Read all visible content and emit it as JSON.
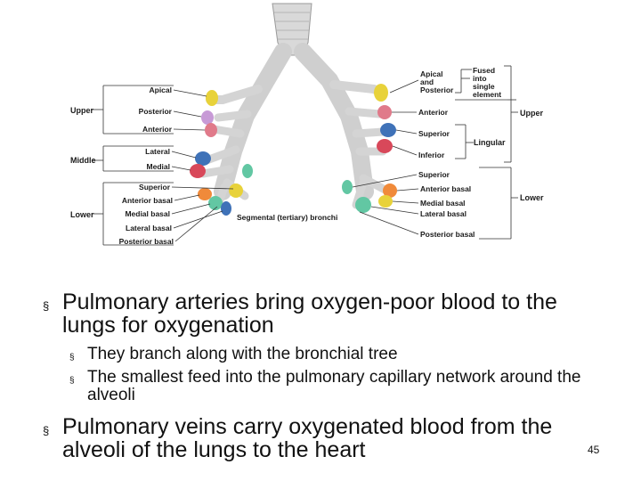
{
  "diagram": {
    "groups_left": [
      "Upper",
      "Middle",
      "Lower"
    ],
    "groups_right": [
      "Upper",
      "Lingular",
      "Lower"
    ],
    "left_labels": [
      "Apical",
      "Posterior",
      "Anterior",
      "Lateral",
      "Medial",
      "Superior",
      "Anterior basal",
      "Medial basal",
      "Lateral basal",
      "Posterior basal"
    ],
    "right_labels": [
      "Apical and Posterior",
      "Anterior",
      "Superior",
      "Inferior",
      "Superior",
      "Anterior basal",
      "Medial basal",
      "Lateral basal",
      "Posterior basal"
    ],
    "fused_note": "Fused into single element",
    "center_caption": "Segmental (tertiary) bronchi",
    "segment_colors": [
      "#e8d23a",
      "#c79ad6",
      "#e07a8a",
      "#3f72b8",
      "#d8485a",
      "#62c7a3",
      "#f08a3a"
    ]
  },
  "bullets": [
    {
      "text": "Pulmonary arteries bring oxygen-poor blood to the lungs for oxygenation",
      "sub": [
        "They branch along with the bronchial tree",
        "The smallest feed into the pulmonary capillary network around the alveoli"
      ]
    },
    {
      "text": "Pulmonary veins carry oxygenated blood from the alveoli of the lungs to the heart",
      "sub": []
    }
  ],
  "bullet_marker": "§",
  "page_number": "45"
}
